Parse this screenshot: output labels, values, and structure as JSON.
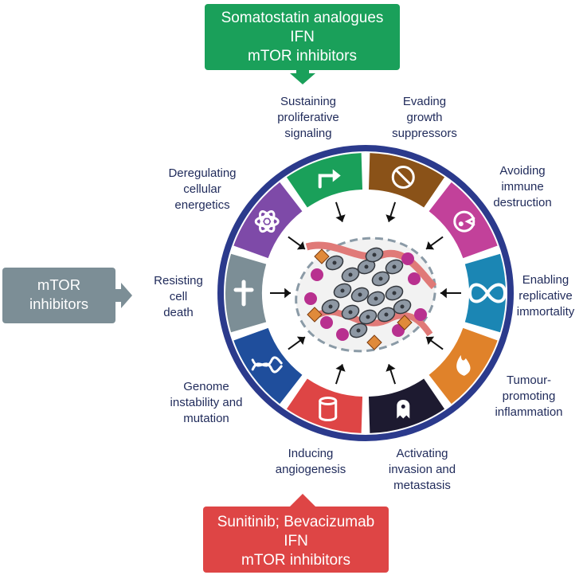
{
  "boxes": {
    "top": [
      "Somatostatin analogues",
      "IFN",
      "mTOR inhibitors"
    ],
    "left": [
      "mTOR",
      "inhibitors"
    ],
    "bottom": [
      "Sunitinib; Bevacizumab",
      "IFN",
      "mTOR inhibitors"
    ]
  },
  "hallmarks": [
    {
      "lines": [
        "Sustaining",
        "proliferative",
        "signaling"
      ],
      "color": "#1aa05a",
      "icon": "arrow-icon"
    },
    {
      "lines": [
        "Evading",
        "growth",
        "suppressors"
      ],
      "color": "#8a5218",
      "icon": "no-entry-icon"
    },
    {
      "lines": [
        "Avoiding",
        "immune",
        "destruction"
      ],
      "color": "#c2419a",
      "icon": "immune-cell-icon"
    },
    {
      "lines": [
        "Enabling",
        "replicative",
        "immortality"
      ],
      "color": "#1b86b4",
      "icon": "infinity-icon"
    },
    {
      "lines": [
        "Tumour-",
        "promoting",
        "inflammation"
      ],
      "color": "#e0822a",
      "icon": "flame-icon"
    },
    {
      "lines": [
        "Activating",
        "invasion and",
        "metastasis"
      ],
      "color": "#1d1a30",
      "icon": "ghost-cell-icon"
    },
    {
      "lines": [
        "Inducing",
        "angiogenesis"
      ],
      "color": "#de4545",
      "icon": "vessel-icon"
    },
    {
      "lines": [
        "Genome",
        "instability and",
        "mutation"
      ],
      "color": "#1f4e9c",
      "icon": "dna-icon"
    },
    {
      "lines": [
        "Resisting",
        "cell",
        "death"
      ],
      "color": "#7c8e96",
      "icon": "cross-icon"
    },
    {
      "lines": [
        "Deregulating",
        "cellular",
        "energetics"
      ],
      "color": "#7e4aa8",
      "icon": "atom-icon"
    }
  ],
  "colors": {
    "ring": "#2b3a8c",
    "ring_fill": "#ffffff",
    "label_text": "#1f2a5a",
    "top_box": "#1aa05a",
    "left_box": "#7c8e96",
    "bottom_box": "#de4545"
  }
}
